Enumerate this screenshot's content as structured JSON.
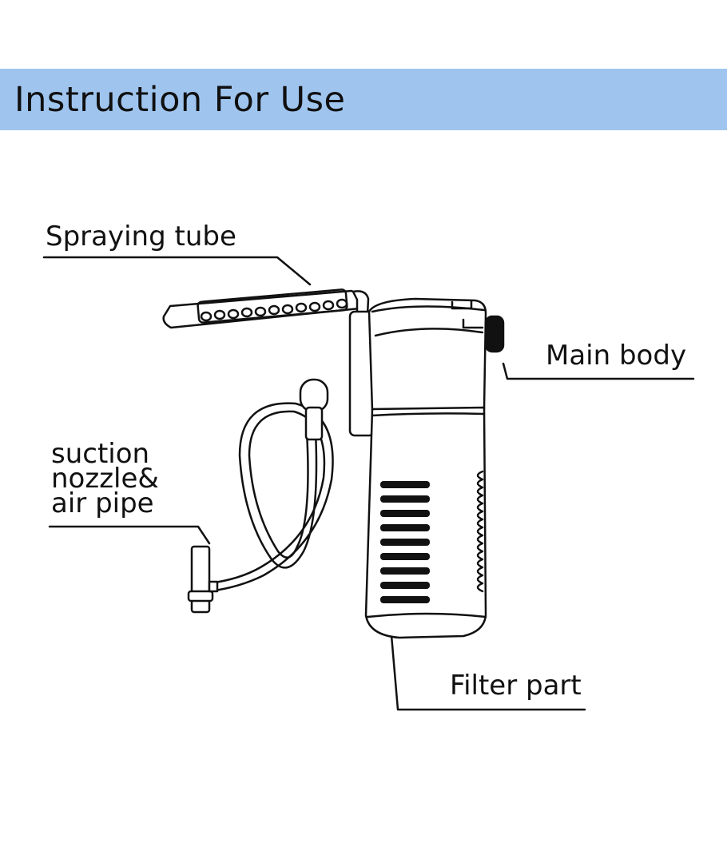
{
  "header": {
    "title": "Instruction For Use"
  },
  "labels": {
    "spraying_tube": "Spraying tube",
    "main_body": "Main body",
    "suction_line1": "suction",
    "suction_line2": "nozzle&",
    "suction_line3": "air pipe",
    "filter_part": "Filter part"
  },
  "colors": {
    "header_band": "#9fc5ef",
    "line_art": "#111111",
    "text": "#111111"
  }
}
